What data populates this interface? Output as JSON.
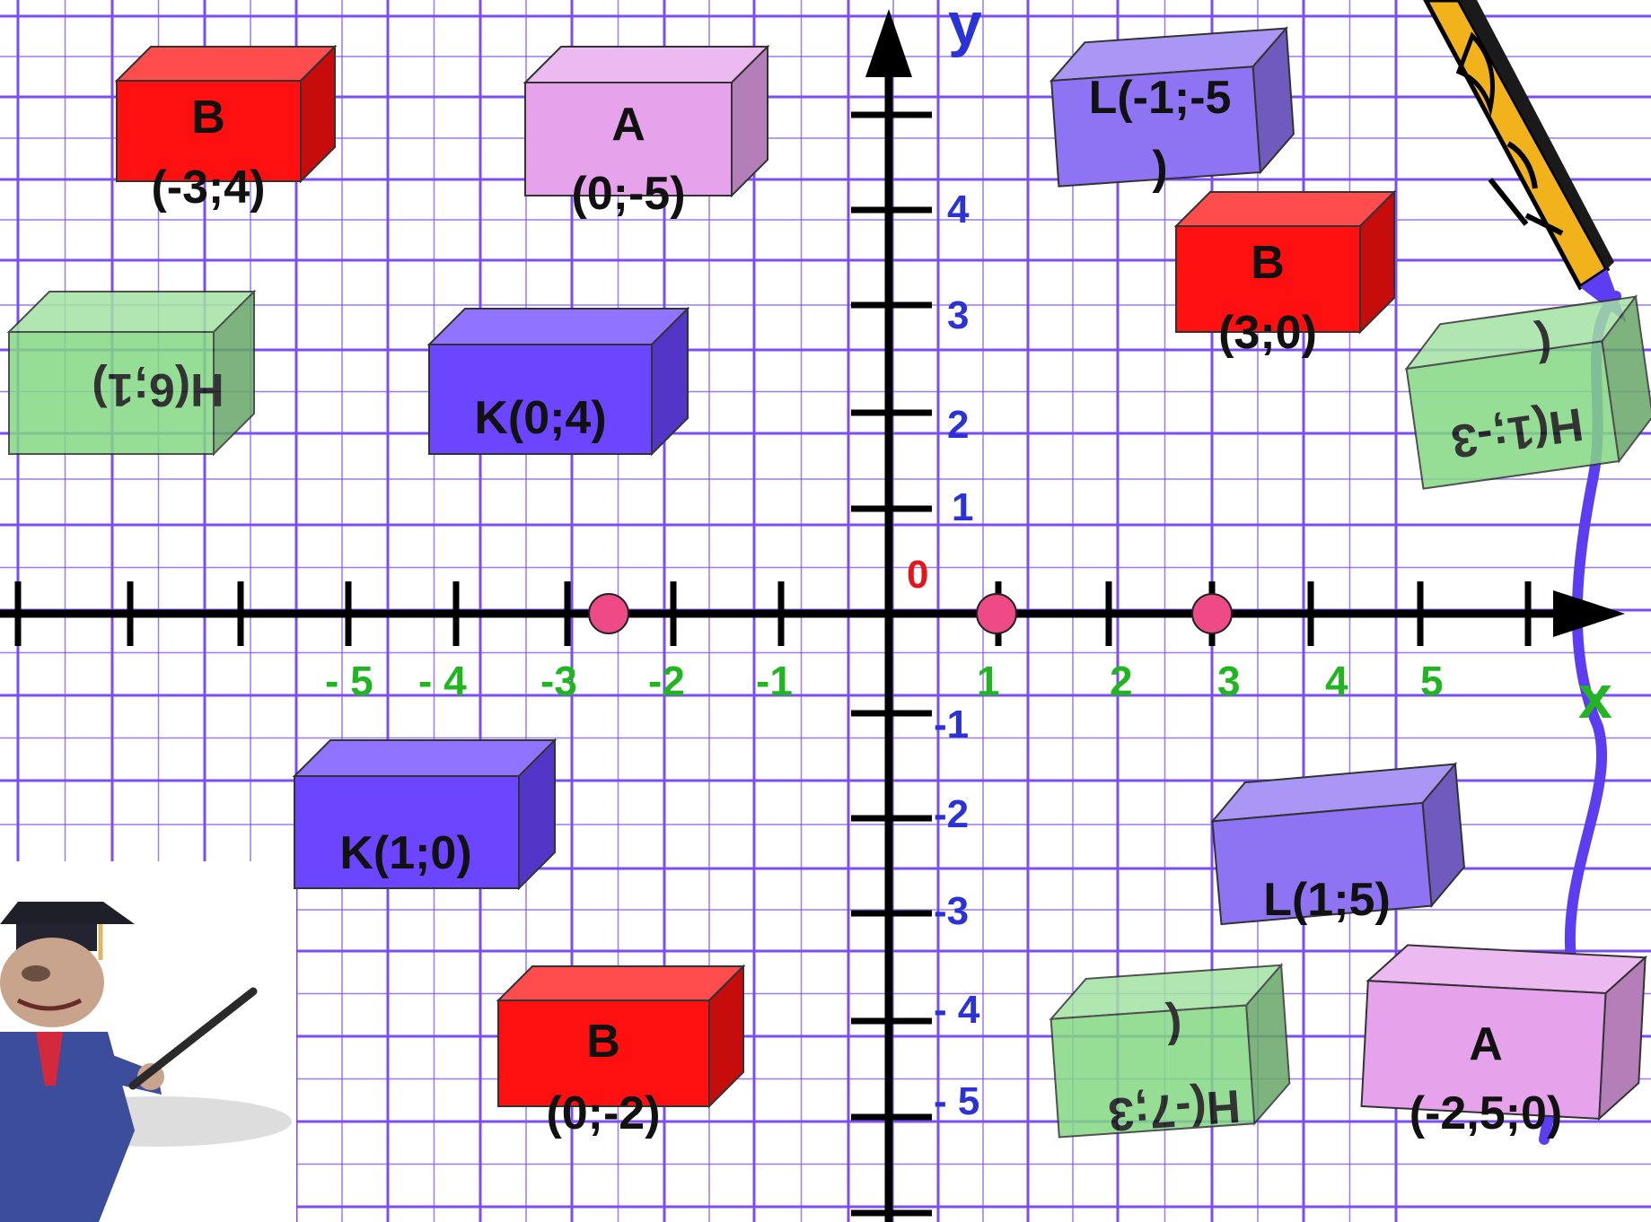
{
  "axes": {
    "x_name": "x",
    "y_name": "y",
    "origin_label": "0",
    "x_ticks": [
      "- 5",
      "- 4",
      "-3",
      "-2",
      "-1",
      "1",
      "2",
      "3",
      "4",
      "5"
    ],
    "y_ticks": [
      "4",
      "3",
      "2",
      "1",
      "-1",
      "-2",
      "-3",
      "- 4",
      "- 5"
    ]
  },
  "blocks": [
    {
      "id": "b-top-left",
      "color": "red",
      "lines": [
        "B",
        "(-3;4)"
      ]
    },
    {
      "id": "a-top",
      "color": "pink",
      "lines": [
        "A",
        "(0;-5)"
      ]
    },
    {
      "id": "l-top",
      "color": "violet",
      "lines": [
        "L(-1;-5",
        ")"
      ]
    },
    {
      "id": "b-right",
      "color": "red",
      "lines": [
        "B",
        "(3;0)"
      ]
    },
    {
      "id": "h-left",
      "color": "green",
      "lines": [
        "H(6;1)"
      ]
    },
    {
      "id": "k-top",
      "color": "blue",
      "lines": [
        "K(0;4)"
      ]
    },
    {
      "id": "h-right",
      "color": "green",
      "lines": [
        "(",
        "H(1;-3"
      ]
    },
    {
      "id": "k-bottom",
      "color": "blue",
      "lines": [
        "K(1;0)"
      ]
    },
    {
      "id": "l-bottom",
      "color": "violet",
      "lines": [
        "L(1;5)"
      ]
    },
    {
      "id": "b-bottom",
      "color": "red",
      "lines": [
        "B",
        "(0;-2)"
      ]
    },
    {
      "id": "h-bottom",
      "color": "green",
      "lines": [
        "(",
        "H(-7;3"
      ]
    },
    {
      "id": "a-bottom",
      "color": "pink",
      "lines": [
        "A",
        "(-2,5;0)"
      ]
    }
  ],
  "points_x": [
    -2.6,
    1,
    3
  ],
  "colors": {
    "grid": "#7b4ef5",
    "red": "#ff1010",
    "pink": "#e7a2ec",
    "violet": "#8e74f2",
    "blue": "#6b45ff",
    "green": "#84d884",
    "point": "#ee4a86",
    "x_tick_text": "#22b522",
    "y_tick_text": "#2b32d6",
    "origin_text": "#e4161b"
  },
  "icons": [
    "pencil-icon",
    "teacher-figure-icon"
  ]
}
